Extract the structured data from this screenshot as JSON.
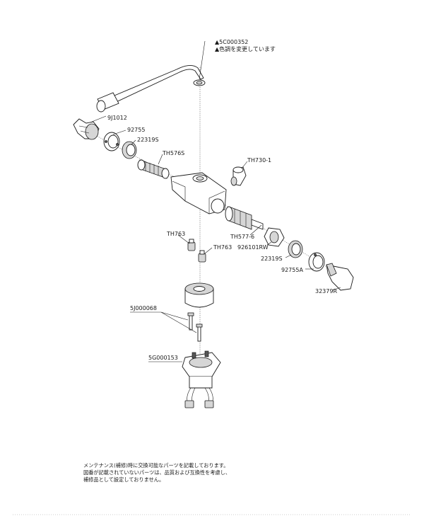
{
  "header_notes": {
    "part_number": "▲5C000352",
    "color_note": "▲色調を変更しています"
  },
  "parts": {
    "p9j1012": "9J1012",
    "p92755": "92755",
    "p22319s_top": "22319S",
    "th576s": "TH576S",
    "th730_1": "TH730-1",
    "th577_6": "TH577-6",
    "th763_a": "TH763",
    "th763_b": "TH763",
    "p926101rw": "926101RW",
    "p22319s_right": "22319S",
    "p92755a": "92755A",
    "p32379r": "32379R",
    "p5j000068": "5J000068",
    "p5g000153": "5G000153"
  },
  "footer_notes": {
    "line1": "メンテナンス(補修)時に交換可能なパーツを記載しております。",
    "line2": "図番が記載されていないパーツは、品質および互換性を考慮し、",
    "line3": "補修品として設定しておりません。"
  }
}
